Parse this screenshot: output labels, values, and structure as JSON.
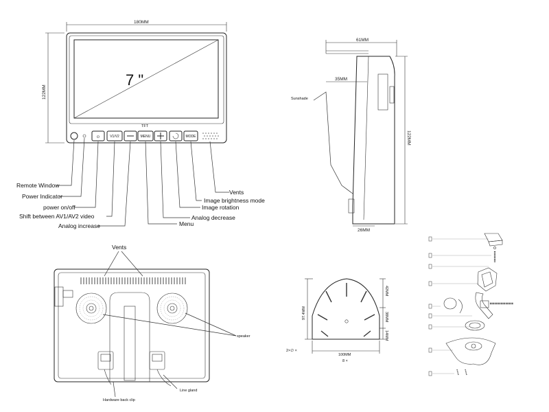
{
  "front_view": {
    "width_dim": "180MM",
    "height_dim": "122MM",
    "screen_size": "7 \"",
    "panel_label": "TFT",
    "buttons": [
      "V1/V2",
      "MENU",
      "MODE"
    ],
    "callouts": [
      "Remote Window",
      "Power Indicator",
      "power on/off",
      "Shift between AV1/AV2 video",
      "Analog increase",
      "Vents",
      "Image brightness mode",
      "Image rotation",
      "Analog decrease",
      "Menu"
    ]
  },
  "side_view": {
    "top_dim": "61MM",
    "sunshade_dim": "35MM",
    "height_dim": "122MM",
    "bottom_dim": "26MM",
    "sunshade_label": "Sunshade"
  },
  "back_view": {
    "vents_label": "Vents",
    "speaker_label": "speaker",
    "clip_label": "Hardware back clip",
    "gland_label": "Line gland"
  },
  "bracket_view": {
    "dim_42": "42MM",
    "dim_38": "38MM",
    "dim_14": "14MM",
    "dim_97": "97.4MM",
    "dim_100": "100MM",
    "note_left": "2×∅ ×",
    "note_bottom": "8 ×"
  }
}
